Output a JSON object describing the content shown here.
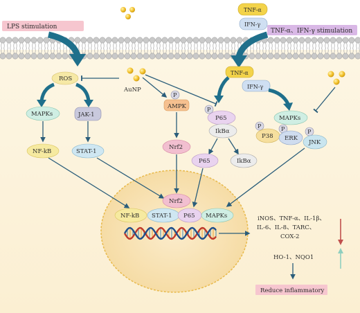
{
  "labels": {
    "lps_stimulation": "LPS stimulation",
    "tnf_ifn_stimulation": "TNF-α、IFN-γ stimulation",
    "tnf_top": "TNF-α",
    "ifn_top": "IFN-γ",
    "ros": "ROS",
    "aunp": "AuNP",
    "mapks_left": "MAPKs",
    "jak1": "JAK-1",
    "nfkb_left": "NF-kB",
    "stat1_left": "STAT-1",
    "p_symbol": "P",
    "ampk": "AMPK",
    "nrf2_mid": "Nrf2",
    "tnf_receptor": "TNF-α",
    "ifn_receptor": "IFN-γ",
    "p65_complex": "P65",
    "ikba_complex": "IkBα",
    "p65_free": "P65",
    "ikba_free": "IkBα",
    "mapks_right": "MAPKs",
    "p38": "P38",
    "erk": "ERK",
    "jnk": "JNK",
    "nrf2_nucleus": "Nrf2",
    "nfkb_nucleus": "NF-kB",
    "stat1_nucleus": "STAT-1",
    "p65_nucleus": "P65",
    "mapks_nucleus": "MAPKs",
    "cytokines_line1": "iNOS、TNF-α、IL-1β、",
    "cytokines_line2": "IL-6、IL-8、TARC、",
    "cytokines_line3": "COX-2",
    "antioxidant": "HO-1、NQO1",
    "reduce_inflammatory": "Reduce inflammatory"
  },
  "colors": {
    "membrane_head": "#c9c9c9",
    "cell_fill": "#fbf1d9",
    "nucleus_fill": "#f7e2b3",
    "nucleus_border": "#e8b94a",
    "blue_arrow": "#1f6f8b",
    "dark_arrow": "#2a5d7a",
    "gold_particle": "#f3c12b",
    "down_arrow": "#c0504d",
    "up_arrow": "#8fcfbf",
    "pink_label": "#f6c6cf",
    "purple_label": "#d9b8e6"
  },
  "icons": [
    "gold-nanoparticle-icon",
    "phosphate-icon",
    "dna-helix-icon",
    "down-arrow-icon",
    "up-arrow-icon"
  ]
}
